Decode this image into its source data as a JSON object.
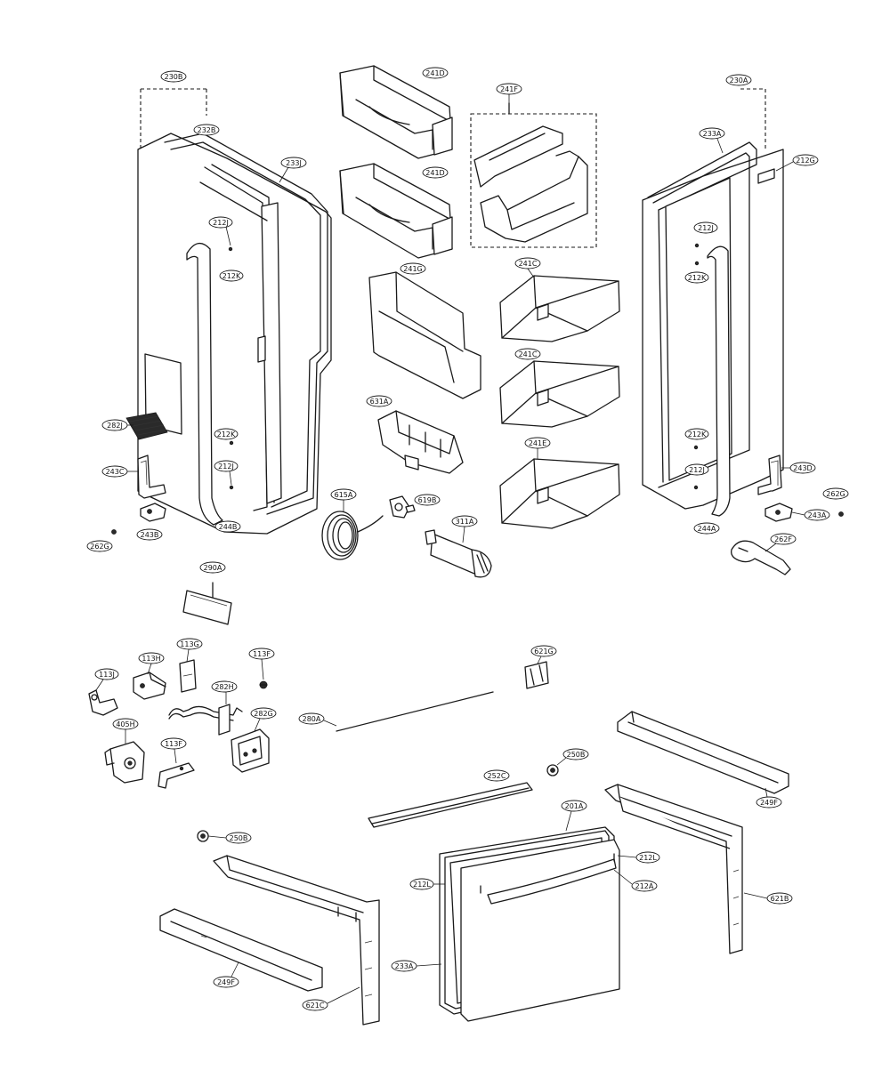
{
  "callouts": [
    {
      "id": "230B",
      "text": "230B"
    },
    {
      "id": "232B",
      "text": "232B"
    },
    {
      "id": "233J",
      "text": "233J"
    },
    {
      "id": "212J_l1",
      "text": "212J"
    },
    {
      "id": "212K_l1",
      "text": "212K"
    },
    {
      "id": "282J",
      "text": "282J"
    },
    {
      "id": "212K_l2",
      "text": "212K"
    },
    {
      "id": "212J_l2",
      "text": "212J"
    },
    {
      "id": "243C",
      "text": "243C"
    },
    {
      "id": "243B",
      "text": "243B"
    },
    {
      "id": "244B",
      "text": "244B"
    },
    {
      "id": "262G_l",
      "text": "262G"
    },
    {
      "id": "241D_1",
      "text": "241D"
    },
    {
      "id": "241D_2",
      "text": "241D"
    },
    {
      "id": "241F",
      "text": "241F"
    },
    {
      "id": "241G",
      "text": "241G"
    },
    {
      "id": "241C_1",
      "text": "241C"
    },
    {
      "id": "241C_2",
      "text": "241C"
    },
    {
      "id": "241E",
      "text": "241E"
    },
    {
      "id": "631A",
      "text": "631A"
    },
    {
      "id": "615A",
      "text": "615A"
    },
    {
      "id": "619B",
      "text": "619B"
    },
    {
      "id": "311A",
      "text": "311A"
    },
    {
      "id": "230A",
      "text": "230A"
    },
    {
      "id": "233A",
      "text": "233A"
    },
    {
      "id": "212G",
      "text": "212G"
    },
    {
      "id": "212J_r1",
      "text": "212J"
    },
    {
      "id": "212K_r1",
      "text": "212K"
    },
    {
      "id": "212K_r2",
      "text": "212K"
    },
    {
      "id": "212J_r2",
      "text": "212J"
    },
    {
      "id": "243D",
      "text": "243D"
    },
    {
      "id": "262G_r",
      "text": "262G"
    },
    {
      "id": "243A",
      "text": "243A"
    },
    {
      "id": "244A",
      "text": "244A"
    },
    {
      "id": "262F",
      "text": "262F"
    },
    {
      "id": "290A",
      "text": "290A"
    },
    {
      "id": "113G",
      "text": "113G"
    },
    {
      "id": "113H",
      "text": "113H"
    },
    {
      "id": "113J",
      "text": "113J"
    },
    {
      "id": "113F_1",
      "text": "113F"
    },
    {
      "id": "282H",
      "text": "282H"
    },
    {
      "id": "282G",
      "text": "282G"
    },
    {
      "id": "405H",
      "text": "405H"
    },
    {
      "id": "113F_2",
      "text": "113F"
    },
    {
      "id": "621G",
      "text": "621G"
    },
    {
      "id": "280A",
      "text": "280A"
    },
    {
      "id": "250B_1",
      "text": "250B"
    },
    {
      "id": "252C",
      "text": "252C"
    },
    {
      "id": "249F_r",
      "text": "249F"
    },
    {
      "id": "201A",
      "text": "201A"
    },
    {
      "id": "212L_1",
      "text": "212L"
    },
    {
      "id": "212L_2",
      "text": "212L"
    },
    {
      "id": "212A",
      "text": "212A"
    },
    {
      "id": "621B",
      "text": "621B"
    },
    {
      "id": "250B_2",
      "text": "250B"
    },
    {
      "id": "233A_b",
      "text": "233A"
    },
    {
      "id": "249F_l",
      "text": "249F"
    },
    {
      "id": "621C",
      "text": "621C"
    }
  ]
}
